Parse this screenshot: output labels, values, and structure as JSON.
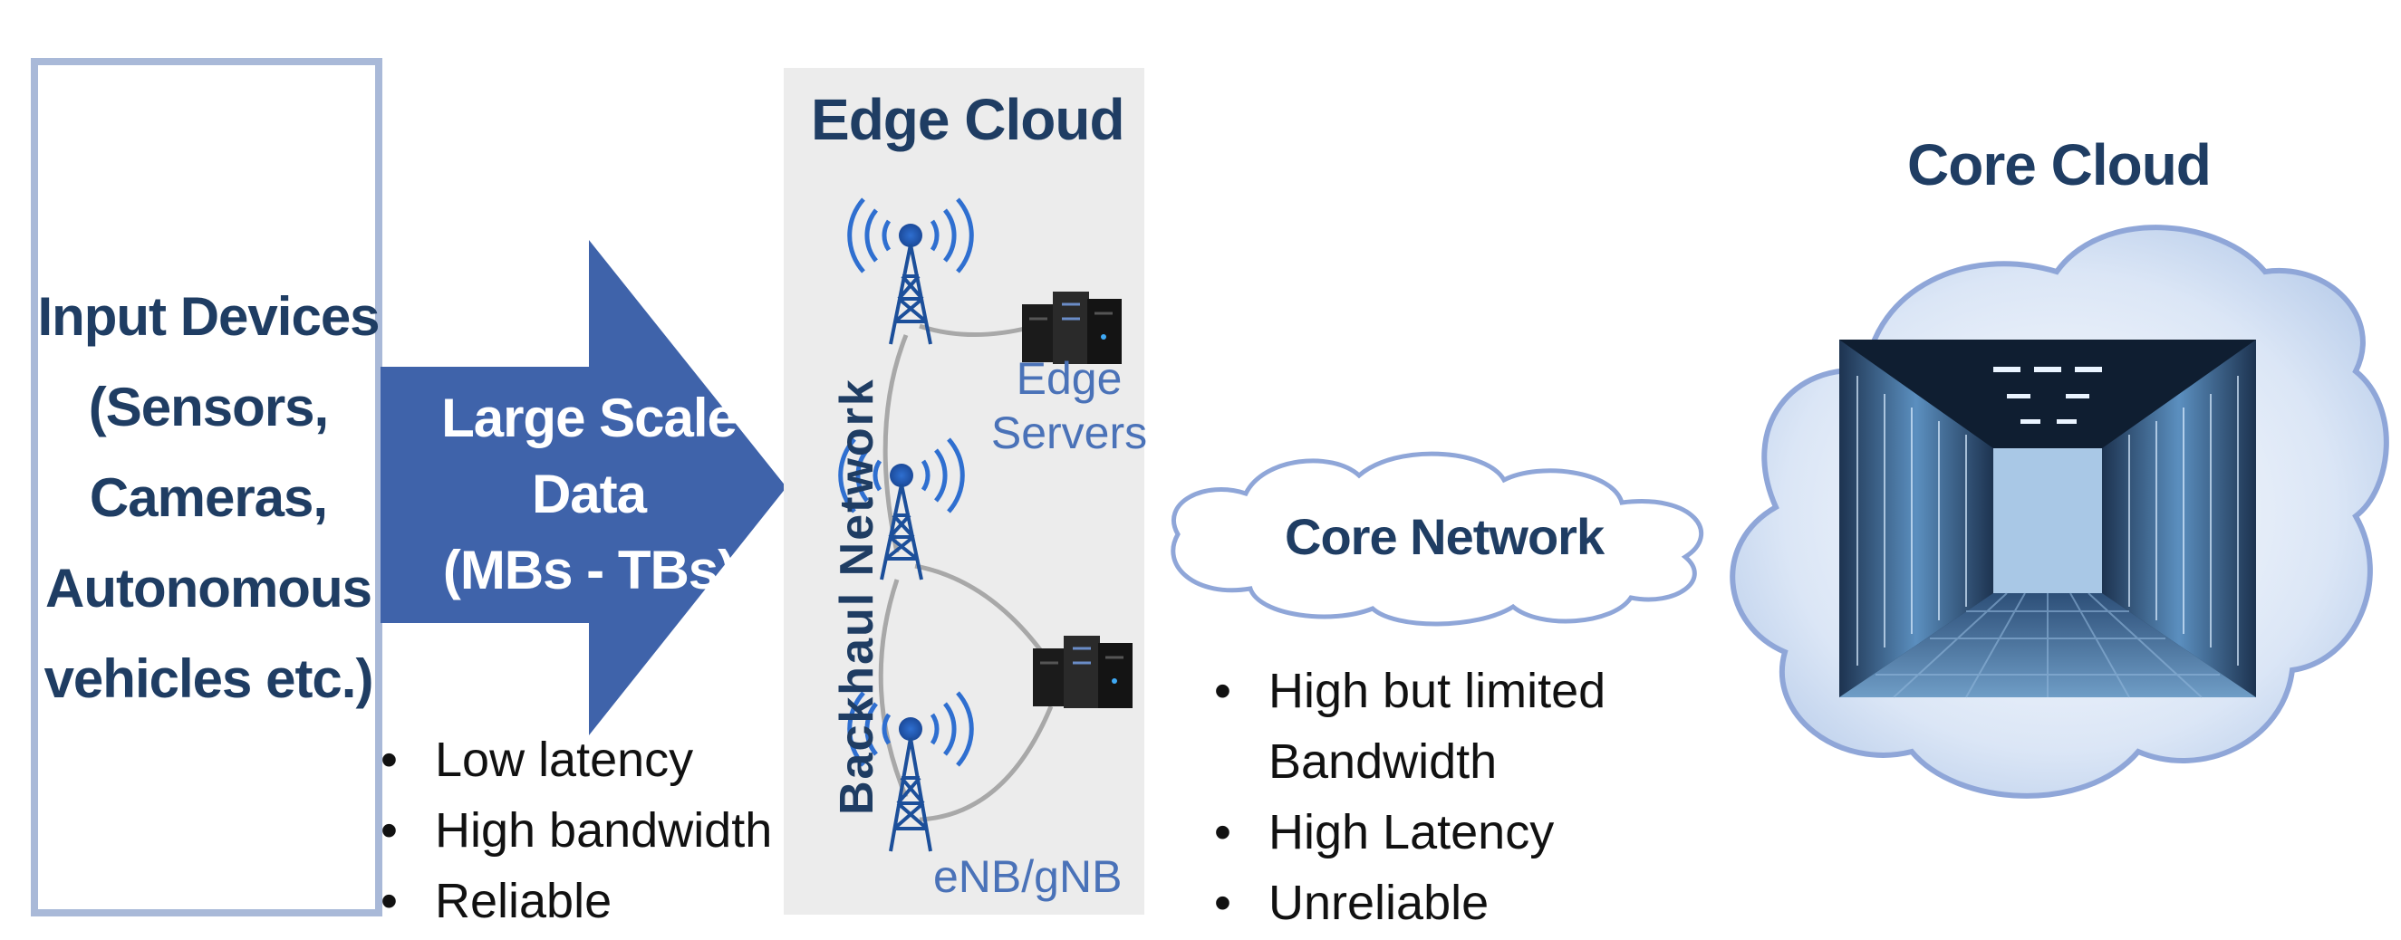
{
  "input_devices": {
    "lines": [
      "Input Devices",
      "(Sensors,",
      "Cameras,",
      "Autonomous",
      "vehicles etc.)"
    ]
  },
  "arrow": {
    "lines": [
      "Large Scale",
      "Data",
      "(MBs - TBs)"
    ]
  },
  "edge_cloud": {
    "title": "Edge Cloud",
    "backhaul_label": "Backhaul Network",
    "servers_label_lines": [
      "Edge",
      "Servers"
    ],
    "base_station_label": "eNB/gNB"
  },
  "edge_properties": [
    "Low latency",
    "High bandwidth",
    "Reliable"
  ],
  "core_network": {
    "label": "Core Network",
    "properties": [
      [
        "High but limited",
        "Bandwidth"
      ],
      [
        "High Latency"
      ],
      [
        "Unreliable"
      ]
    ]
  },
  "core_cloud": {
    "title": "Core Cloud"
  },
  "colors": {
    "box_border": "#a9b9d8",
    "arrow_fill": "#3f63aa",
    "title_text": "#1f3d63",
    "edge_panel": "#ececec",
    "accent_blue": "#4a72b8",
    "cloud_outline": "#8fa6d8",
    "datacenter_blue": "#4f86b8"
  }
}
